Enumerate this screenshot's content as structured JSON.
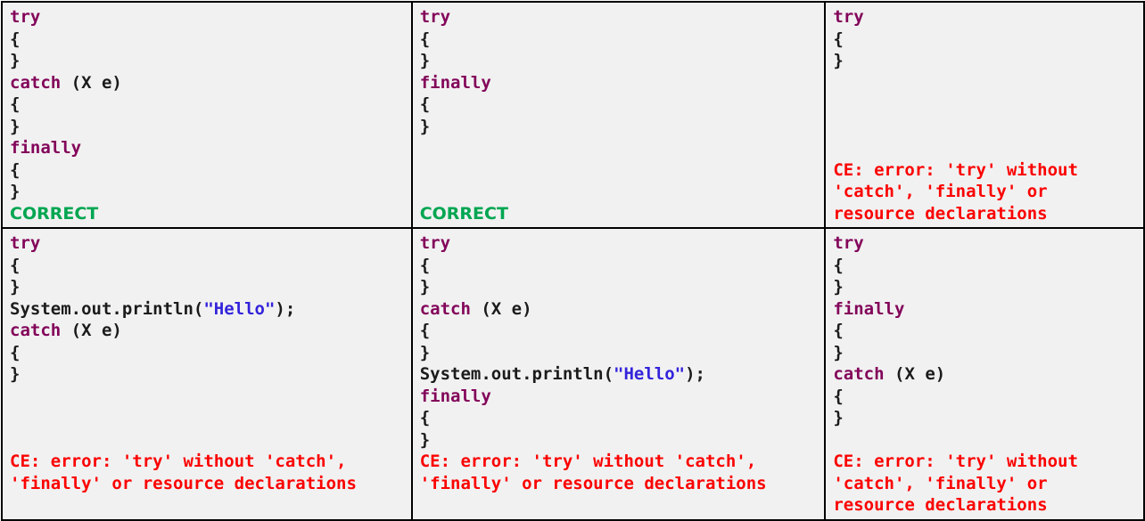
{
  "table": {
    "description": "Java try-catch-finally syntax validity comparison",
    "columns": 3,
    "colors": {
      "keyword": "#83055a",
      "plain": "#1b1b1b",
      "string": "#3323db",
      "correct": "#00a651",
      "error": "#fb0200",
      "cell_background": "#f1f1f1",
      "grid_border": "#000000"
    },
    "rows": [
      [
        0,
        1,
        2
      ],
      [
        3,
        4,
        5
      ]
    ],
    "cells": [
      {
        "id": "r1c1",
        "code": [
          [
            {
              "c": "k",
              "t": "try"
            }
          ],
          [
            {
              "c": "p",
              "t": "{"
            }
          ],
          [
            {
              "c": "p",
              "t": "}"
            }
          ],
          [
            {
              "c": "k",
              "t": "catch"
            },
            {
              "c": "p",
              "t": " (X e)"
            }
          ],
          [
            {
              "c": "p",
              "t": "{"
            }
          ],
          [
            {
              "c": "p",
              "t": "}"
            }
          ],
          [
            {
              "c": "k",
              "t": "finally"
            }
          ],
          [
            {
              "c": "p",
              "t": "{"
            }
          ],
          [
            {
              "c": "p",
              "t": "}"
            }
          ]
        ],
        "blanks": 0,
        "result": {
          "type": "correct",
          "lines": [
            "CORRECT"
          ]
        }
      },
      {
        "id": "r1c2",
        "code": [
          [
            {
              "c": "k",
              "t": "try"
            }
          ],
          [
            {
              "c": "p",
              "t": "{"
            }
          ],
          [
            {
              "c": "p",
              "t": "}"
            }
          ],
          [
            {
              "c": "k",
              "t": "finally"
            }
          ],
          [
            {
              "c": "p",
              "t": "{"
            }
          ],
          [
            {
              "c": "p",
              "t": "}"
            }
          ]
        ],
        "blanks": 3,
        "result": {
          "type": "correct",
          "lines": [
            "CORRECT"
          ]
        }
      },
      {
        "id": "r1c3",
        "code": [
          [
            {
              "c": "k",
              "t": "try"
            }
          ],
          [
            {
              "c": "p",
              "t": "{"
            }
          ],
          [
            {
              "c": "p",
              "t": "}"
            }
          ]
        ],
        "blanks": 4,
        "result": {
          "type": "error",
          "lines": [
            "CE: error: 'try' without",
            "'catch', 'finally' or",
            "resource declarations"
          ]
        }
      },
      {
        "id": "r2c1",
        "code": [
          [
            {
              "c": "k",
              "t": "try"
            }
          ],
          [
            {
              "c": "p",
              "t": "{"
            }
          ],
          [
            {
              "c": "p",
              "t": "}"
            }
          ],
          [
            {
              "c": "p",
              "t": "System.out.println("
            },
            {
              "c": "s",
              "t": "\"Hello\""
            },
            {
              "c": "p",
              "t": ");"
            }
          ],
          [
            {
              "c": "k",
              "t": "catch"
            },
            {
              "c": "p",
              "t": " (X e)"
            }
          ],
          [
            {
              "c": "p",
              "t": "{"
            }
          ],
          [
            {
              "c": "p",
              "t": "}"
            }
          ]
        ],
        "blanks": 3,
        "result": {
          "type": "error",
          "lines": [
            "CE: error: 'try' without 'catch',",
            "'finally' or resource declarations"
          ]
        }
      },
      {
        "id": "r2c2",
        "code": [
          [
            {
              "c": "k",
              "t": "try"
            }
          ],
          [
            {
              "c": "p",
              "t": "{"
            }
          ],
          [
            {
              "c": "p",
              "t": "}"
            }
          ],
          [
            {
              "c": "k",
              "t": "catch"
            },
            {
              "c": "p",
              "t": " (X e)"
            }
          ],
          [
            {
              "c": "p",
              "t": "{"
            }
          ],
          [
            {
              "c": "p",
              "t": "}"
            }
          ],
          [
            {
              "c": "p",
              "t": "System.out.println("
            },
            {
              "c": "s",
              "t": "\"Hello\""
            },
            {
              "c": "p",
              "t": ");"
            }
          ],
          [
            {
              "c": "k",
              "t": "finally"
            }
          ],
          [
            {
              "c": "p",
              "t": "{"
            }
          ],
          [
            {
              "c": "p",
              "t": "}"
            }
          ]
        ],
        "blanks": 0,
        "result": {
          "type": "error",
          "lines": [
            "CE: error: 'try' without 'catch',",
            "'finally' or resource declarations"
          ]
        }
      },
      {
        "id": "r2c3",
        "code": [
          [
            {
              "c": "k",
              "t": "try"
            }
          ],
          [
            {
              "c": "p",
              "t": "{"
            }
          ],
          [
            {
              "c": "p",
              "t": "}"
            }
          ],
          [
            {
              "c": "k",
              "t": "finally"
            }
          ],
          [
            {
              "c": "p",
              "t": "{"
            }
          ],
          [
            {
              "c": "p",
              "t": "}"
            }
          ],
          [
            {
              "c": "k",
              "t": "catch"
            },
            {
              "c": "p",
              "t": " (X e)"
            }
          ],
          [
            {
              "c": "p",
              "t": "{"
            }
          ],
          [
            {
              "c": "p",
              "t": "}"
            }
          ]
        ],
        "blanks": 1,
        "result": {
          "type": "error",
          "lines": [
            "CE: error: 'try' without",
            "'catch', 'finally' or",
            "resource declarations"
          ]
        }
      }
    ]
  }
}
